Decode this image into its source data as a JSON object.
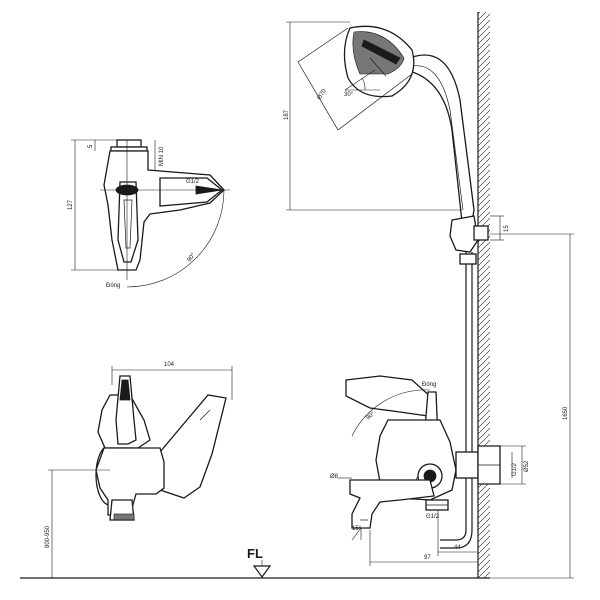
{
  "floor_label": "FL",
  "dimensions": {
    "top_depth": "127",
    "top_min": "MIN 10",
    "top_thread_small": "5",
    "top_g": "G1/2",
    "top_rot": "90°",
    "top_bottom": "Đóng",
    "front_width": "104",
    "front_height": "800-950",
    "shower_height": "187",
    "shower_dia": "Ø70",
    "shower_angle": "30°",
    "holder": "15",
    "wall_height": "1650",
    "side_label": "Đóng",
    "side_rot": "90°",
    "side_bottom_g": "G1/2",
    "side_right_g": "G1/2",
    "side_dia": "Ø52",
    "side_small": "Ø8",
    "side_angle": "15°",
    "side_97": "97",
    "side_44": "44"
  }
}
